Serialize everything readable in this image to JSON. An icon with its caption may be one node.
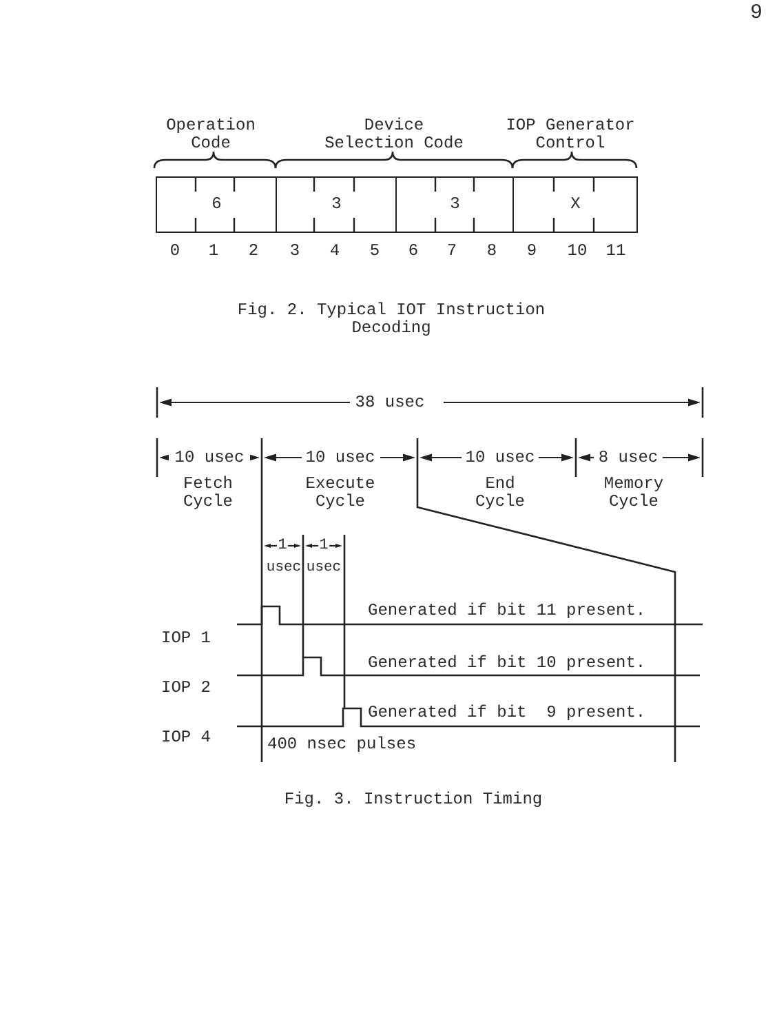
{
  "diagram": {
    "nodes": [
      {
        "text": [
          "6"
        ],
        "beside": [
          "0",
          "1",
          "2"
        ]
      },
      {
        "text": [
          "3"
        ],
        "beside": [
          "3",
          "4",
          "5"
        ]
      },
      {
        "text": [
          "3"
        ],
        "beside": [
          "6",
          "7",
          "8"
        ]
      },
      {
        "text": [
          "X"
        ],
        "beside": [
          "9",
          "10",
          "11"
        ]
      }
    ],
    "labels": [
      "9",
      "Operation Code",
      "Device Selection Code",
      "IOP Generator Control",
      "Fig. 2. Typical IOT Instruction Decoding",
      "38 usec",
      "10 usec",
      "10 usec",
      "10 usec",
      "8 usec",
      "Fetch Cycle",
      "Execute Cycle",
      "End Cycle",
      "Memory Cycle",
      "1",
      "1",
      "usec",
      "usec",
      "IOP 1",
      "Generated if bit 11 present.",
      "IOP 2",
      "Generated if bit 10 present.",
      "IOP 4",
      "Generated if bit  9 present.",
      "400 nsec pulses",
      "Fig. 3. Instruction Timing"
    ]
  }
}
